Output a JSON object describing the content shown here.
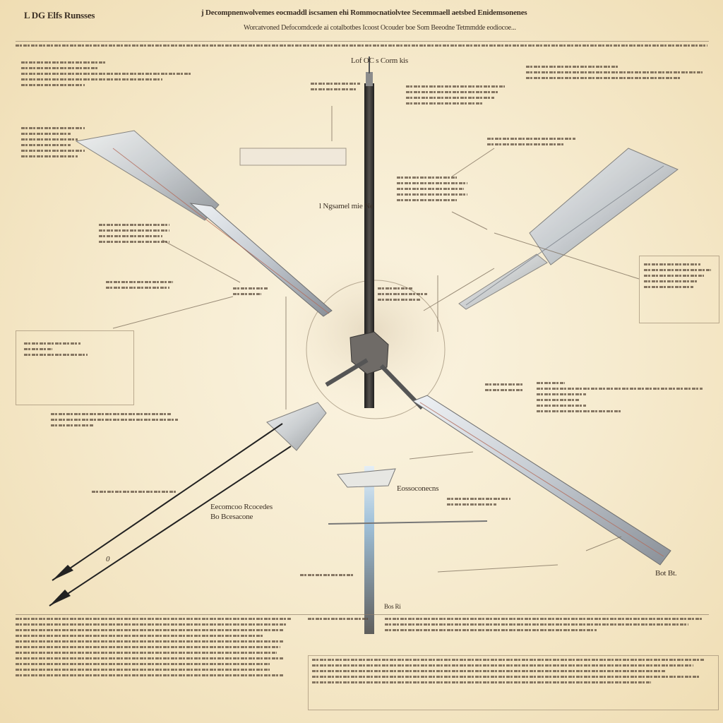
{
  "header": {
    "corner_label": "L DG Elfs Runsses",
    "title": "j Decompnenwolvemes eocmaddl iscsamen ehi Rommocnatiolvtee Secemmaell aetsbed Enidemsonenes",
    "subtitle": "Worcatvoned Defocomdcede ai cotalbotbes Icoost Ocouder boe Som Beeodne Tetmmdde eodiocoe..."
  },
  "labels": {
    "mast_top": "Lof OC s Corm kis",
    "center_left": "l Ngsamel mie Ne",
    "bottom_label": "Eossoconecns",
    "lower_mid_a": "Eecomcoo Rcocedes",
    "lower_mid_b": "Bo Bcesacone",
    "lower_right_code": "Bot Bt.",
    "mast_bottom": "Bos Ri",
    "angle_mark": "0"
  },
  "colors": {
    "background": "#f6ebcf",
    "ink": "#3b2f24",
    "metal": "#b9bfc6",
    "mast": "#2e2c2a",
    "accent_blue": "#9fc0d8"
  }
}
